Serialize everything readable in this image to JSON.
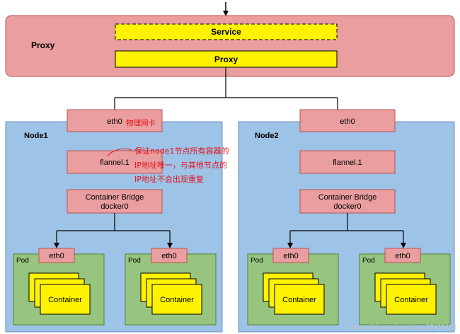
{
  "proxy_region": {
    "label": "Proxy",
    "service_label": "Service",
    "proxy_label": "Proxy"
  },
  "node1": {
    "label": "Node1",
    "eth0": "eth0",
    "flannel": "flannel.1",
    "bridge_line1": "Container Bridge",
    "bridge_line2": "docker0",
    "pods": [
      {
        "label": "Pod",
        "eth0": "eth0",
        "container": "Container"
      },
      {
        "label": "Pod",
        "eth0": "eth0",
        "container": "Container"
      }
    ]
  },
  "node2": {
    "label": "Node2",
    "eth0": "eth0",
    "flannel": "flannel.1",
    "bridge_line1": "Container Bridge",
    "bridge_line2": "docker0",
    "pods": [
      {
        "label": "Pod",
        "eth0": "eth0",
        "container": "Container"
      },
      {
        "label": "Pod",
        "eth0": "eth0",
        "container": "Container"
      }
    ]
  },
  "annotations": {
    "physical_nic": "物理网卡",
    "note_lines": [
      "保证node1节点所有容器的",
      "IP地址唯一，与其他节点的",
      "IP地址不会出现重复"
    ]
  },
  "watermark": "https://blog.csdn.net/qq_37439488",
  "colors": {
    "proxy_bg": "#ea9e9f",
    "node_bg": "#9dc3e6",
    "pod_bg": "#97c47e",
    "component_bg": "#ea9e9f",
    "service_bg": "#fff200",
    "annotation": "#e8101a"
  }
}
